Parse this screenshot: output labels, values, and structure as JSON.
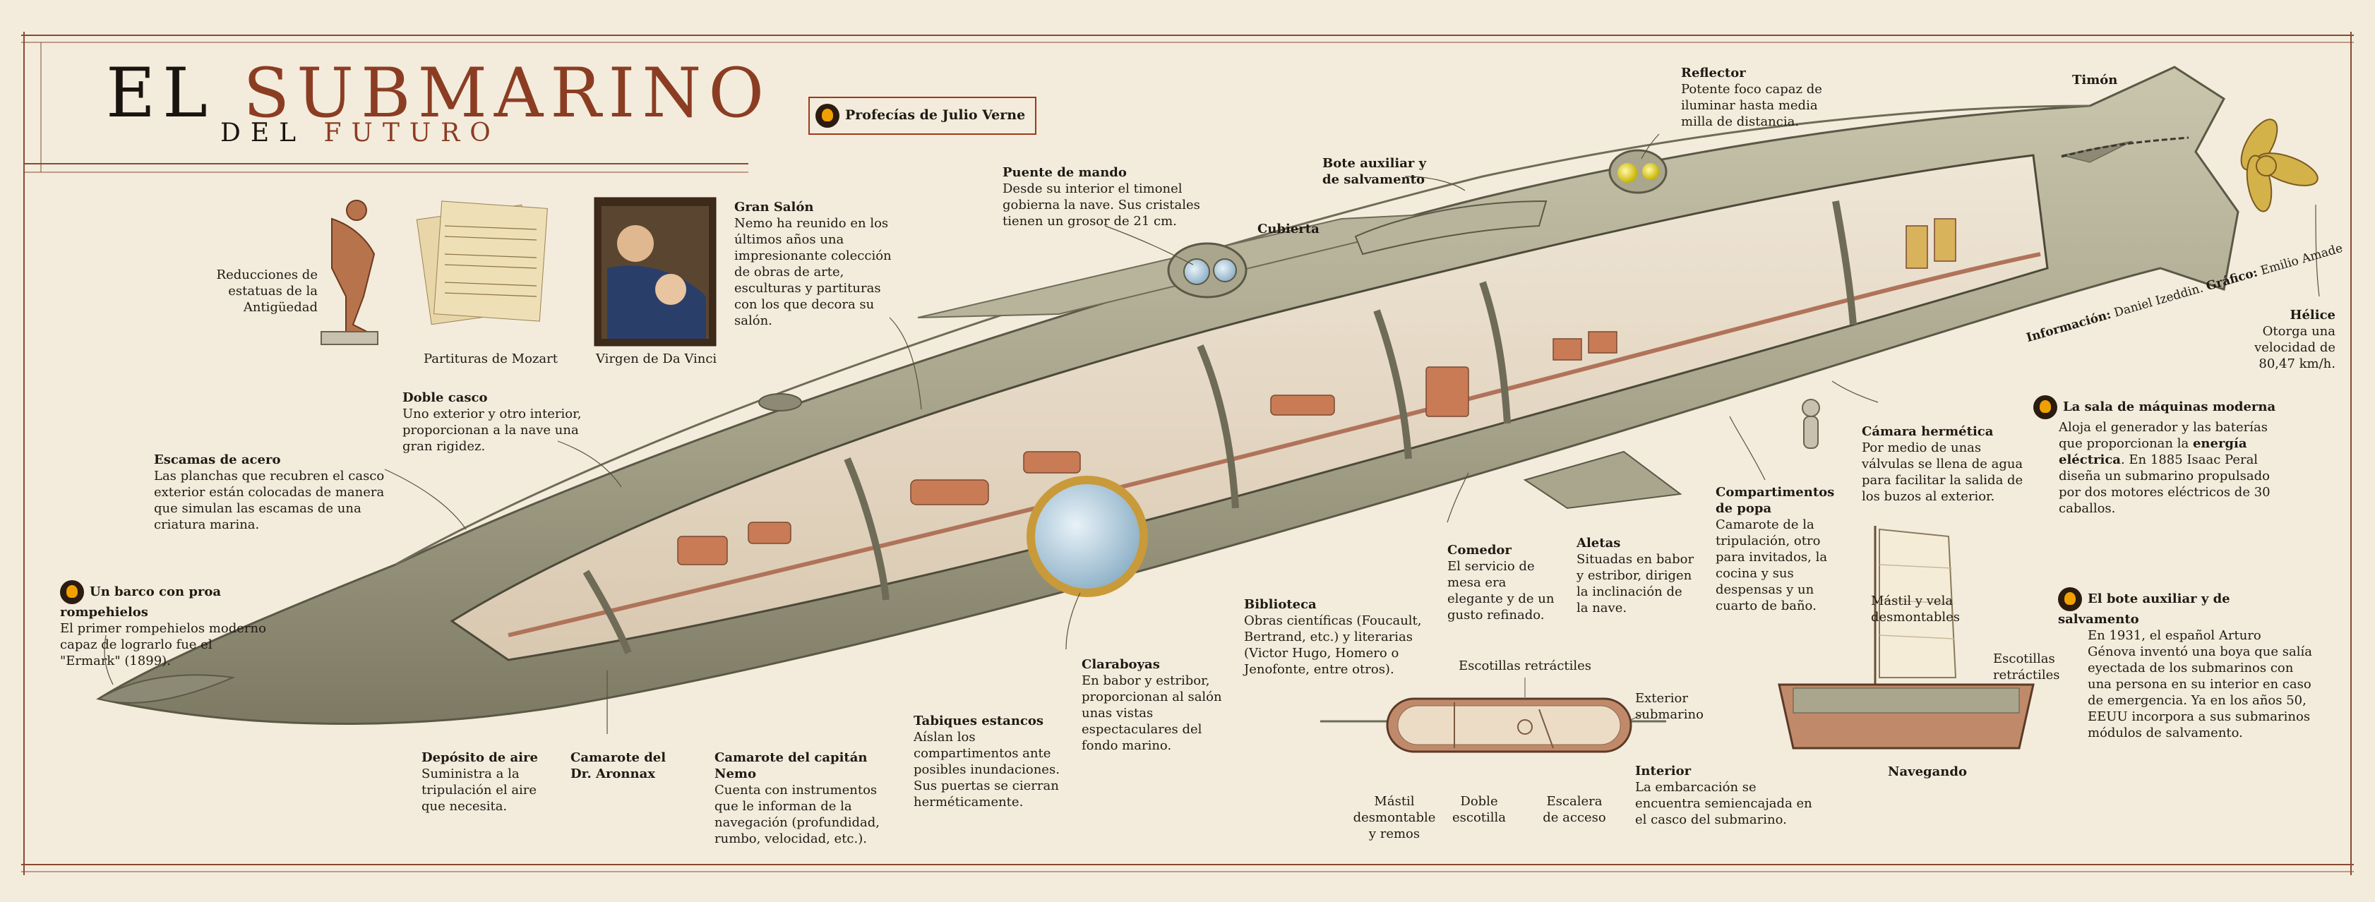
{
  "title": {
    "word1": "EL",
    "word2": "SUBMARINO",
    "sub1": "DEL",
    "sub2": "FUTURO"
  },
  "prophecies": {
    "label": "Profecías de Julio Verne"
  },
  "credits": {
    "info_label": "Información:",
    "info_name": "Daniel Izeddin.",
    "graphic_label": "Gráfico:",
    "graphic_name": "Emilio Amade"
  },
  "gallery": {
    "statues": "Reducciones de estatuas de la Antigüedad",
    "mozart": "Partituras de Mozart",
    "davinci": "Virgen de Da Vinci"
  },
  "labels": {
    "gran_salon": {
      "title": "Gran Salón",
      "body": "Nemo ha reunido en los últimos años una impresionante colección de obras de arte, esculturas y partituras con los que decora su salón."
    },
    "puente": {
      "title": "Puente de mando",
      "body": "Desde su interior el timonel gobierna la nave. Sus cristales tienen un grosor de 21 cm."
    },
    "cubierta": {
      "title": "Cubierta"
    },
    "bote_aux": {
      "title": "Bote auxiliar y de salvamento"
    },
    "reflector": {
      "title": "Reflector",
      "body": "Potente foco capaz de iluminar hasta media milla de distancia."
    },
    "timon": {
      "title": "Timón"
    },
    "helice": {
      "title": "Hélice",
      "body": "Otorga una velocidad de 80,47 km/h."
    },
    "doble_casco": {
      "title": "Doble casco",
      "body": "Uno exterior y otro interior, proporcionan a la nave una gran rigidez."
    },
    "escamas": {
      "title": "Escamas de acero",
      "body": "Las planchas que recubren el casco exterior están colocadas de manera que simulan las escamas de una criatura marina."
    },
    "rompehielos": {
      "title": "Un barco con proa rompehielos",
      "body": "El primer rompehielos moderno capaz de lograrlo fue el \"Ermark\" (1899)."
    },
    "deposito": {
      "title": "Depósito de aire",
      "body": "Suministra a la tripulación el aire que necesita."
    },
    "aronnax": {
      "title": "Camarote del Dr. Aronnax"
    },
    "nemo": {
      "title": "Camarote del capitán Nemo",
      "body": "Cuenta con instrumentos que le informan de la navegación (profundidad, rumbo, velocidad, etc.)."
    },
    "tabiques": {
      "title": "Tabiques estancos",
      "body": "Aíslan los compartimentos ante posibles inundaciones. Sus puertas se cierran herméticamente."
    },
    "claraboyas": {
      "title": "Claraboyas",
      "body": "En babor y estribor, proporcionan al salón unas vistas espectaculares del fondo marino."
    },
    "biblioteca": {
      "title": "Biblioteca",
      "body": "Obras científicas (Foucault, Bertrand, etc.) y literarias (Victor Hugo, Homero o Jenofonte, entre otros)."
    },
    "comedor": {
      "title": "Comedor",
      "body": "El servicio de mesa era elegante y de un gusto refinado."
    },
    "aletas": {
      "title": "Aletas",
      "body": "Situadas en babor y estribor, dirigen la inclinación de la nave."
    },
    "compartimentos": {
      "title": "Compartimentos de popa",
      "body": "Camarote de la tripulación, otro para invitados, la cocina y sus despensas y un cuarto de baño."
    },
    "camara": {
      "title": "Cámara hermética",
      "body": "Por medio de unas válvulas se llena de agua para facilitar la salida de los buzos al exterior."
    },
    "maquinas": {
      "title": "La sala de máquinas moderna",
      "body_a": "Aloja el generador y las baterías que proporcionan la ",
      "body_bold": "energía eléctrica",
      "body_b": ". En 1885 Isaac Peral diseña un submarino propulsado por dos motores eléctricos de 30 caballos."
    },
    "bote_moderno": {
      "title": "El bote auxiliar y de salvamento",
      "body": "En 1931, el español Arturo Génova inventó una boya que salía eyectada de los submarinos con una persona en su interior en caso de emergencia. Ya en los años 50, EEUU incorpora a sus submarinos módulos de salvamento."
    }
  },
  "lifeboat": {
    "escotillas": "Escotillas retráctiles",
    "exterior": "Exterior submarino",
    "interior_title": "Interior",
    "interior_body": "La embarcación se encuentra semiencajada en el casco del submarino.",
    "mastil": "Mástil desmontable y remos",
    "doble": "Doble escotilla",
    "escalera": "Escalera de acceso",
    "mastil_vela": "Mástil y vela desmontables",
    "escotillas2": "Escotillas retráctiles",
    "navegando": "Navegando"
  },
  "colors": {
    "background": "#f3ecdc",
    "accent_red": "#8b3d23",
    "hull": "#a8a48c",
    "frame": "#8a4a32"
  }
}
